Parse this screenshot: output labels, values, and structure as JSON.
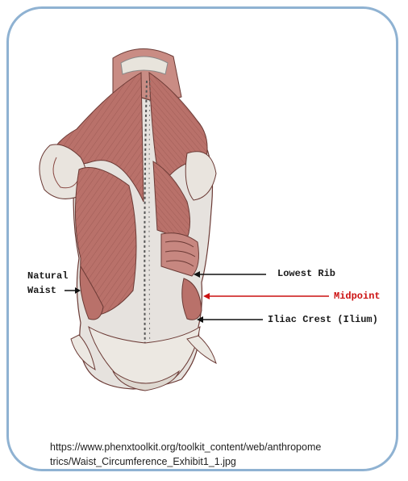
{
  "labels": {
    "natural_waist_line1": "Natural",
    "natural_waist_line2": "Waist",
    "lowest_rib": "Lowest Rib",
    "midpoint": "Midpoint",
    "iliac_crest": "Iliac Crest (Ilium)"
  },
  "credit": {
    "line1": "https://www.phenxtoolkit.org/toolkit_content/web/anthropome",
    "line2": "trics/Waist_Circumference_Exhibit1_1.jpg"
  },
  "colors": {
    "frame_border": "#8fb2d2",
    "muscle": "#b9716a",
    "midpoint_arrow": "#cc1111",
    "label_text": "#1a1a1a"
  }
}
